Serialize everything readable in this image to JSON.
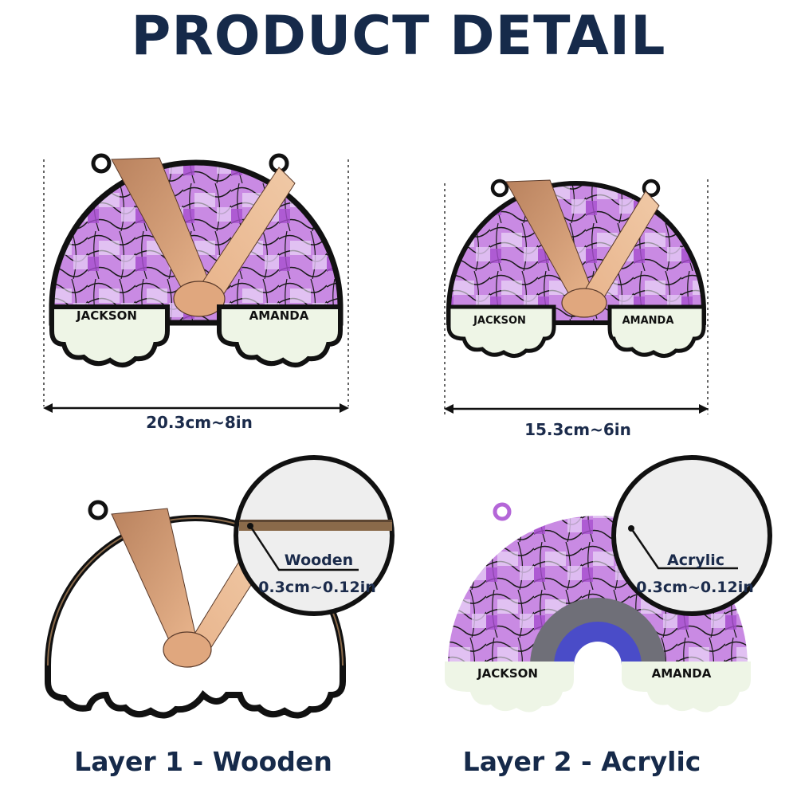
{
  "header": {
    "title": "PRODUCT DETAIL"
  },
  "sizes": [
    {
      "dimension": "20.3cm~8in",
      "left_name": "JACKSON",
      "right_name": "AMANDA"
    },
    {
      "dimension": "15.3cm~6in",
      "left_name": "JACKSON",
      "right_name": "AMANDA"
    }
  ],
  "layers": [
    {
      "label": "Layer 1 - Wooden",
      "material": "Wooden",
      "thickness": "0.3cm~0.12in"
    },
    {
      "label": "Layer 2 - Acrylic",
      "material": "Acrylic",
      "thickness": "0.3cm~0.12in",
      "left_name": "JACKSON",
      "right_name": "AMANDA"
    }
  ],
  "colors": {
    "title": "#162a4a",
    "purple": "#b466d8",
    "magenta": "#c63fc6",
    "lavender": "#d9c2ef",
    "indigo": "#4a4cc8",
    "gray": "#6f6f78",
    "cloud": "#eef5e6",
    "skin": "#e8b48c",
    "wood": "#8a6a4a"
  }
}
